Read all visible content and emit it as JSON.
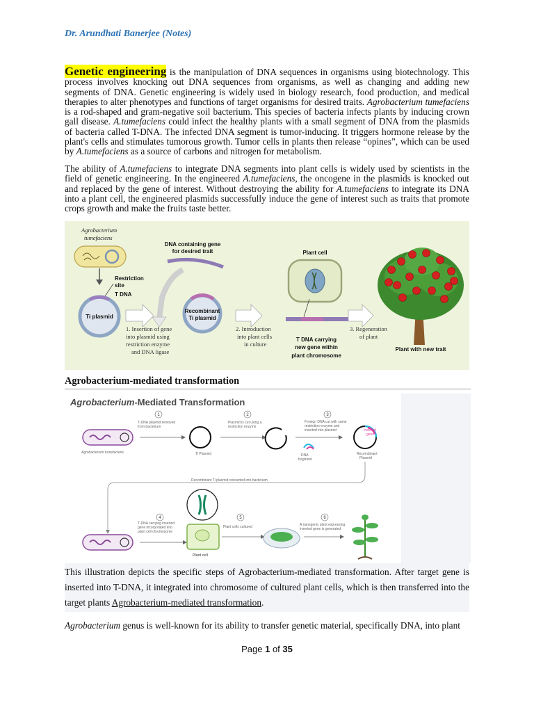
{
  "header": {
    "author": "Dr. Arundhati Banerjee (Notes)"
  },
  "intro": {
    "term": "Genetic engineering",
    "t1": " is the manipulation of DNA sequences in organisms using biotechnology. This process involves knocking out DNA sequences from organisms, as well as changing and adding new segments of DNA. Genetic engineering is widely used in biology research, food production, and medical therapies to alter phenotypes and functions of target organisms for desired traits. ",
    "i1": "Agrobacterium tumefaciens",
    "t2": " is a rod-shaped and gram-negative soil bacterium. This species of bacteria infects plants by inducing crown gall disease. ",
    "i2": "A.tumefaciens",
    "t3": " could infect the healthy plants with a small segment of DNA from the plasmids of bacteria called T-DNA. The infected DNA segment is tumor-inducing. It triggers hormone release by the plant's cells and stimulates tumorous growth. Tumor cells in plants then release “opines”, which can be used by ",
    "i3": "A.tumefaciens",
    "t4": " as a source of carbons and nitrogen for metabolism."
  },
  "para2": {
    "t1": "The ability of ",
    "i1": "A.tumefaciens",
    "t2": " to integrate DNA segments into plant cells is widely used by scientists in the field of genetic engineering. In the engineered ",
    "i2": "A.tumefaciens",
    "t3": ", the oncogene in the plasmids is knocked out and replaced by the gene of interest. Without destroying the ability for ",
    "i3": "A.tumefaciens",
    "t4": " to integrate its DNA into a plant cell, the engineered plasmids successfully induce the gene of interest such as traits that promote crops growth and make the fruits taste better."
  },
  "figure1": {
    "bacterium_1": "Agrobacterium",
    "bacterium_2": "tumefaciens",
    "dna_1": "DNA containing gene",
    "dna_2": "for desired trait",
    "plant_cell": "Plant cell",
    "restriction_1": "Restriction",
    "restriction_2": "site",
    "t_dna": "T DNA",
    "ti_plasmid": "Ti plasmid",
    "recomb_1": "Recombinant",
    "recomb_2": "Ti plasmid",
    "step1_1": "1. Insertion of gene",
    "step1_2": "into plasmid using",
    "step1_3": "restriction enzyme",
    "step1_4": "and DNA ligase",
    "step2_1": "2. Introduction",
    "step2_2": "into plant cells",
    "step2_3": "in culture",
    "tdna_1": "T DNA carrying",
    "tdna_2": "new gene within",
    "tdna_3": "plant chromosome",
    "step3_1": "3. Regeneration",
    "step3_2": "of plant",
    "plant_trait": "Plant with new trait"
  },
  "figure2_heading": "Agrobacterium-mediated transformation",
  "figure2": {
    "title_italic": "Agrobacterium",
    "title_rest": "-Mediated Transformation",
    "n1": "1",
    "n2": "2",
    "n3": "3",
    "n4": "4",
    "n5": "5",
    "n6": "6",
    "s1a": "T-DNA plasmid removed",
    "s1b": "from bacterium",
    "s2a": "Plasmid is cut using a",
    "s2b": "restriction enzyme",
    "s3a": "Foreign DNA cut with same",
    "s3b": "restriction enzyme and",
    "s3c": "inserted into plasmid",
    "bacterium": "Agrobacterium tumefaciens",
    "ti": "Ti Plasmid",
    "inserted_1": "Inserted",
    "inserted_2": "gene",
    "dna_1": "DNA",
    "dna_2": "fragment",
    "recomb_1": "Recombinant",
    "recomb_2": "Plasmid",
    "reinsert": "Recombinant Ti plasmid  reinserted into  bacterium",
    "s4a": "T-DNA carrying  inserted",
    "s4b": "gene  incorporated into",
    "s4c": "plant cell chromosome",
    "s5a": "Plant cells cultured",
    "s6a": "A transgenic plant expressing",
    "s6b": "inserted gene is generated",
    "plant_cell": "Plant cell"
  },
  "caption": {
    "text": "This illustration depicts the specific steps of Agrobacterium-mediated transformation. After target gene is inserted into T-DNA, it integrated into chromosome of cultured plant cells, which is then transferred into the target plants ",
    "link": "Agrobacterium-mediated transformation",
    "end": "."
  },
  "last": {
    "i1": "Agrobacterium",
    "t1": " genus is well-known for its ability to transfer genetic material, specifically DNA, into plant"
  },
  "footer": {
    "page_label": "Page ",
    "page_num": "1",
    "of": " of ",
    "total": "35"
  },
  "colors": {
    "author": "#2e74b5",
    "highlight": "#ffff00",
    "figure1_bg": "#eef3dc",
    "apple": "#d42020",
    "arrow_purple": "#8a6bb0"
  }
}
